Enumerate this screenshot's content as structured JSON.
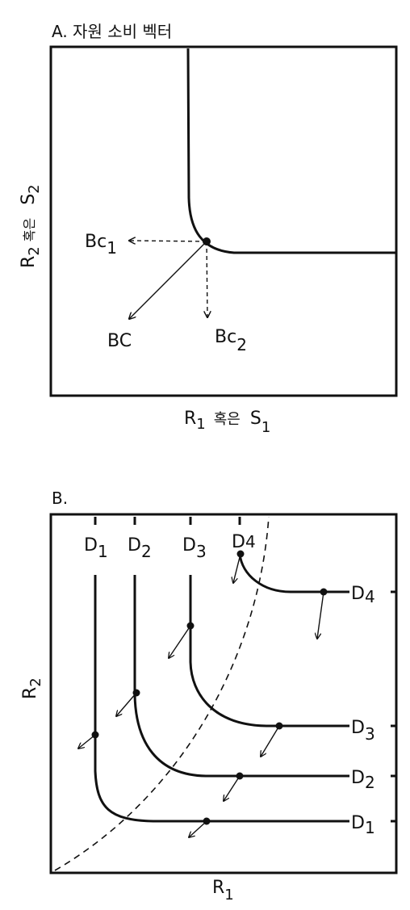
{
  "panel_a": {
    "title": "A. 자원 소비 벡터",
    "ylabel": {
      "r": "R",
      "r_sub": "2",
      "mid": "혹은",
      "s": "S",
      "s_sub": "2"
    },
    "xlabel": {
      "r": "R",
      "r_sub": "1",
      "mid": "혹은",
      "s": "S",
      "s_sub": "1"
    },
    "vectors": [
      {
        "id": "bc1",
        "text": "Bc",
        "sub": "1"
      },
      {
        "id": "bc",
        "text": "BC",
        "sub": ""
      },
      {
        "id": "bc2",
        "text": "Bc",
        "sub": "2"
      }
    ]
  },
  "panel_b": {
    "title": "B.",
    "xlabel": {
      "r": "R",
      "r_sub": "1"
    },
    "ylabel": {
      "r": "R",
      "r_sub": "2"
    },
    "curves": [
      {
        "id": "d1",
        "text": "D",
        "sub": "1"
      },
      {
        "id": "d2",
        "text": "D",
        "sub": "2"
      },
      {
        "id": "d3",
        "text": "D",
        "sub": "3"
      },
      {
        "id": "d4",
        "text": "D",
        "sub": "4"
      }
    ]
  }
}
